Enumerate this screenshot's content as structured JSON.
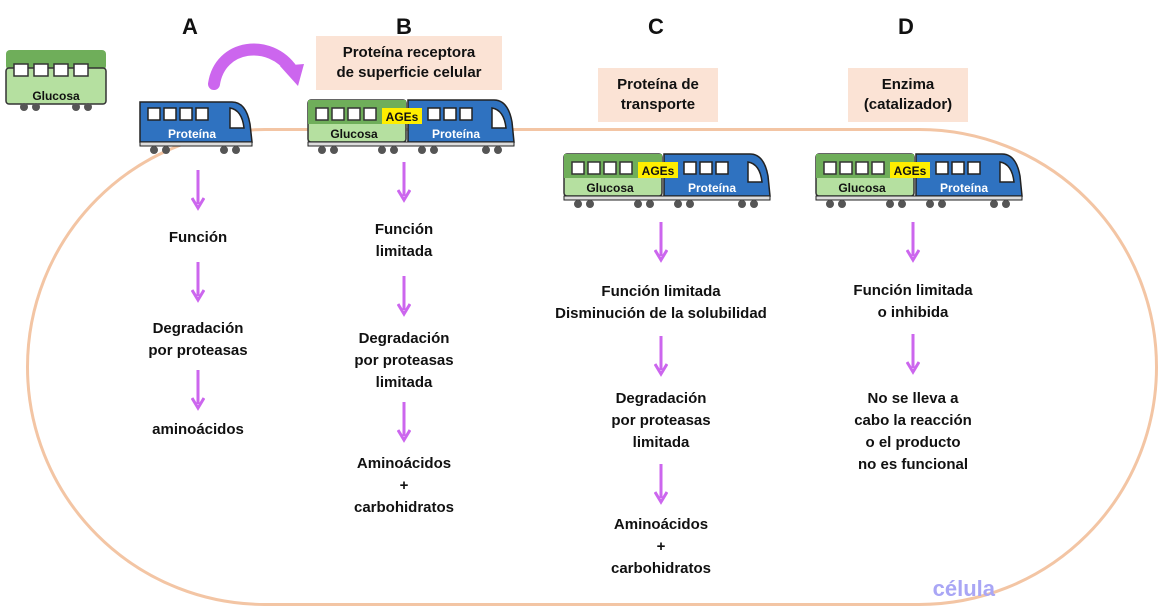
{
  "columns": {
    "a": {
      "letter": "A",
      "steps": [
        "Función",
        "Degradación",
        "por proteasas",
        "aminoácidos"
      ]
    },
    "b": {
      "letter": "B",
      "tag_line1": "Proteína receptora",
      "tag_line2": "de superficie celular",
      "steps": [
        "Función",
        "limitada",
        "Degradación",
        "por proteasas",
        "limitada",
        "Aminoácidos",
        "+",
        "carbohidratos"
      ]
    },
    "c": {
      "letter": "C",
      "tag_line1": "Proteína de",
      "tag_line2": "transporte",
      "steps": [
        "Función limitada",
        "Disminución de la solubilidad",
        "Degradación",
        "por proteasas",
        "limitada",
        "Aminoácidos",
        "+",
        "carbohidratos"
      ]
    },
    "d": {
      "letter": "D",
      "tag_line1": "Enzima",
      "tag_line2": "(catalizador)",
      "steps": [
        "Función limitada",
        "o inhibida",
        "No se lleva a",
        "cabo la reacción",
        "o el producto",
        "no es funcional"
      ]
    }
  },
  "labels": {
    "glucosa": "Glucosa",
    "proteina": "Proteína",
    "ages": "AGEs",
    "celula": "célula"
  },
  "colors": {
    "arrow": "#cc66ee",
    "cell_border": "#f3c5a4",
    "tag_bg": "#fbe3d5",
    "green_car": "#b5e0a0",
    "blue_car": "#2f72c0",
    "ages_bg": "#ffee00",
    "celula_text": "#a9a6f5"
  }
}
